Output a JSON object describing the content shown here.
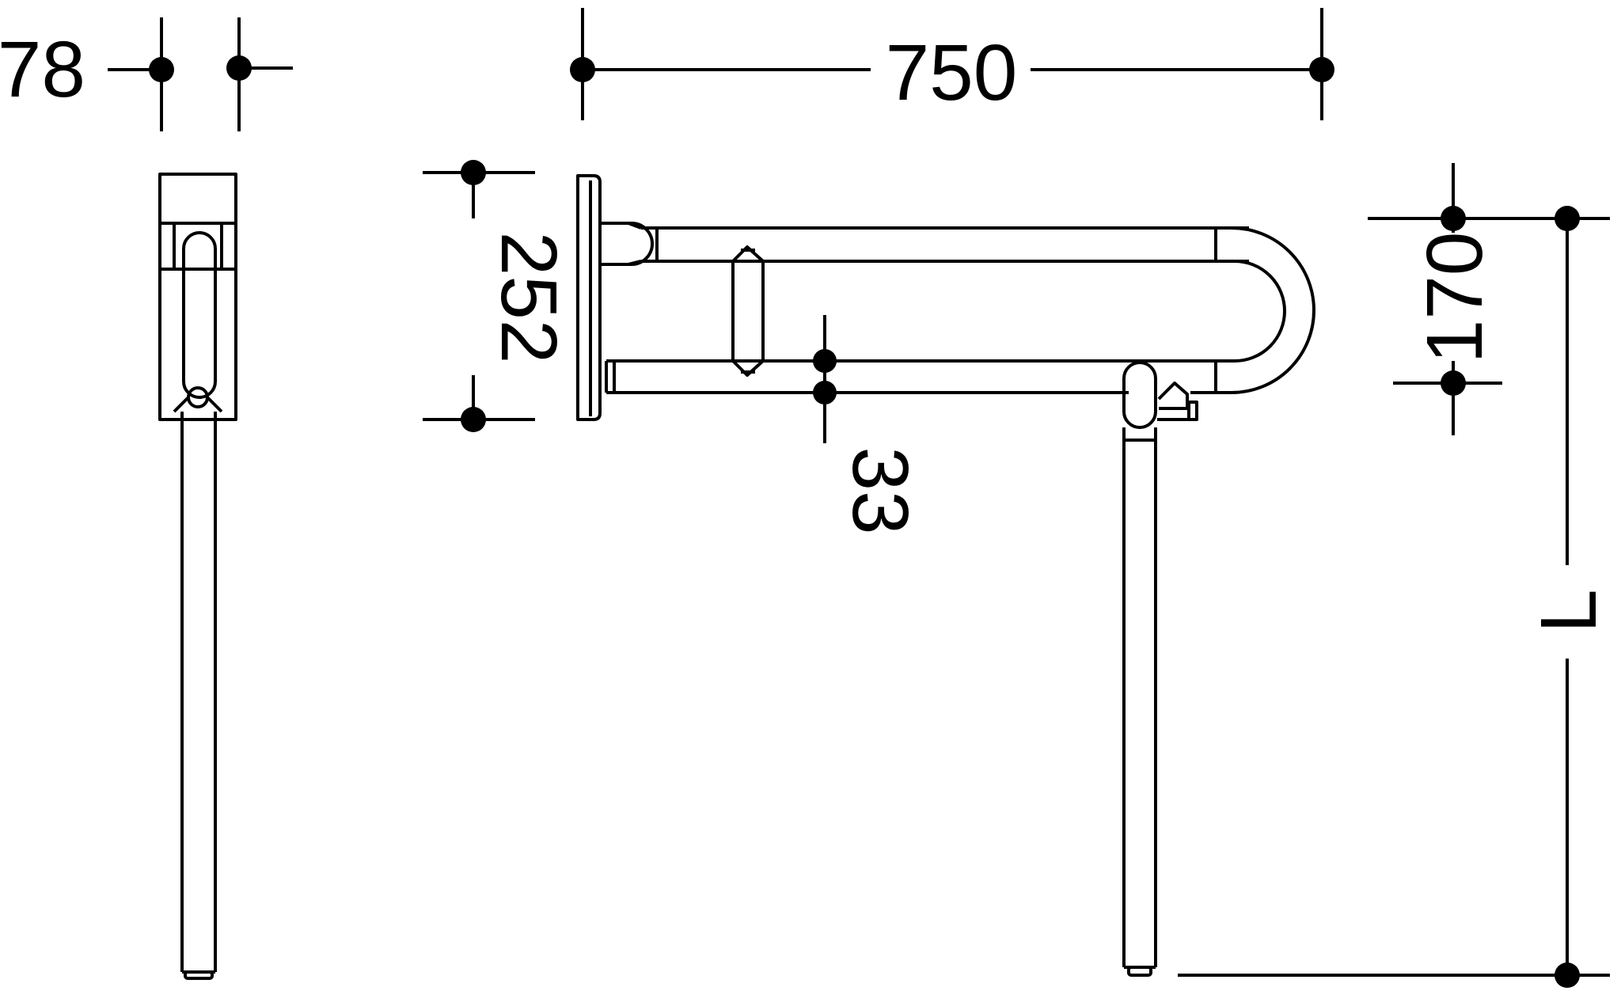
{
  "dimensions": {
    "depth": "78",
    "length": "750",
    "height": "252",
    "tube_diameter": "33",
    "bar_spacing": "170",
    "leg_length": "L"
  }
}
